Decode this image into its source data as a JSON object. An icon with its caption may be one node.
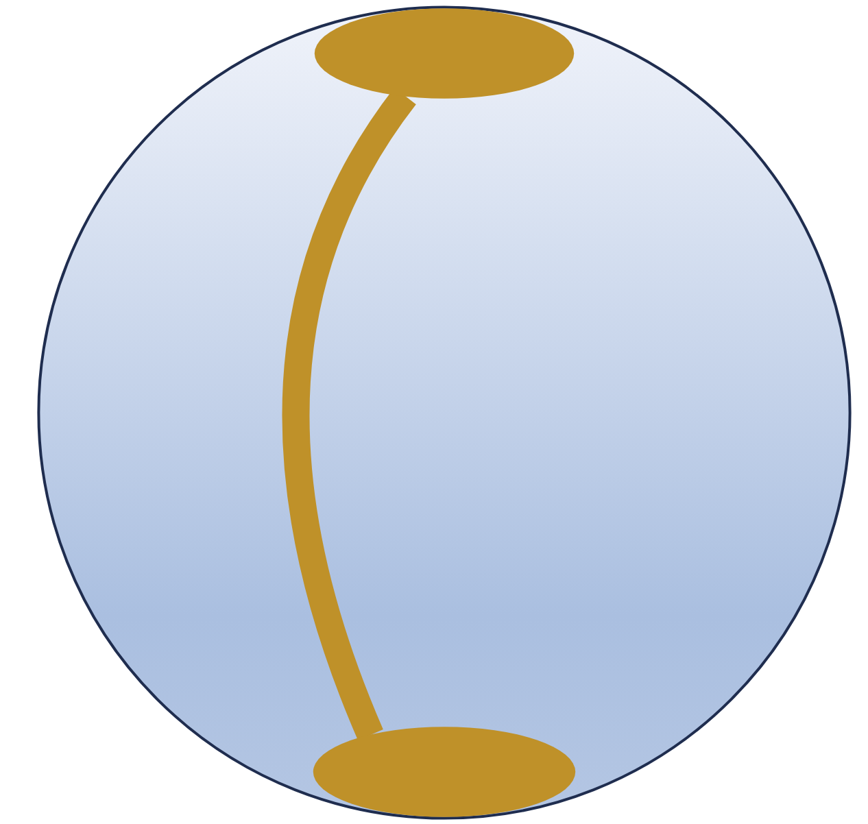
{
  "diagram": {
    "nodes": [
      {
        "text": [],
        "shape": "circle"
      },
      {
        "text": [],
        "shape": "ellipse",
        "in": 0
      },
      {
        "text": [],
        "shape": "ellipse",
        "in": 0
      }
    ],
    "edges": [
      {
        "from": 1,
        "to": 2,
        "arrow": "none"
      }
    ]
  }
}
